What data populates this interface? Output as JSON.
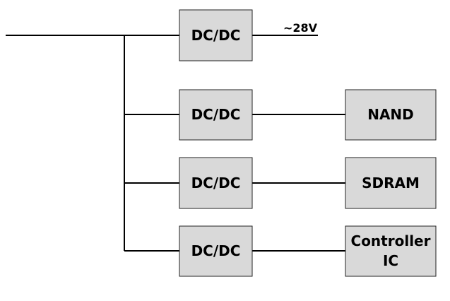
{
  "diagram": {
    "converters": [
      {
        "label": "DC/DC"
      },
      {
        "label": "DC/DC"
      },
      {
        "label": "DC/DC"
      },
      {
        "label": "DC/DC"
      }
    ],
    "output_voltage": "~28V",
    "loads": [
      {
        "lines": [
          "NAND"
        ]
      },
      {
        "lines": [
          "SDRAM"
        ]
      },
      {
        "lines": [
          "Controller",
          "IC"
        ]
      }
    ]
  }
}
